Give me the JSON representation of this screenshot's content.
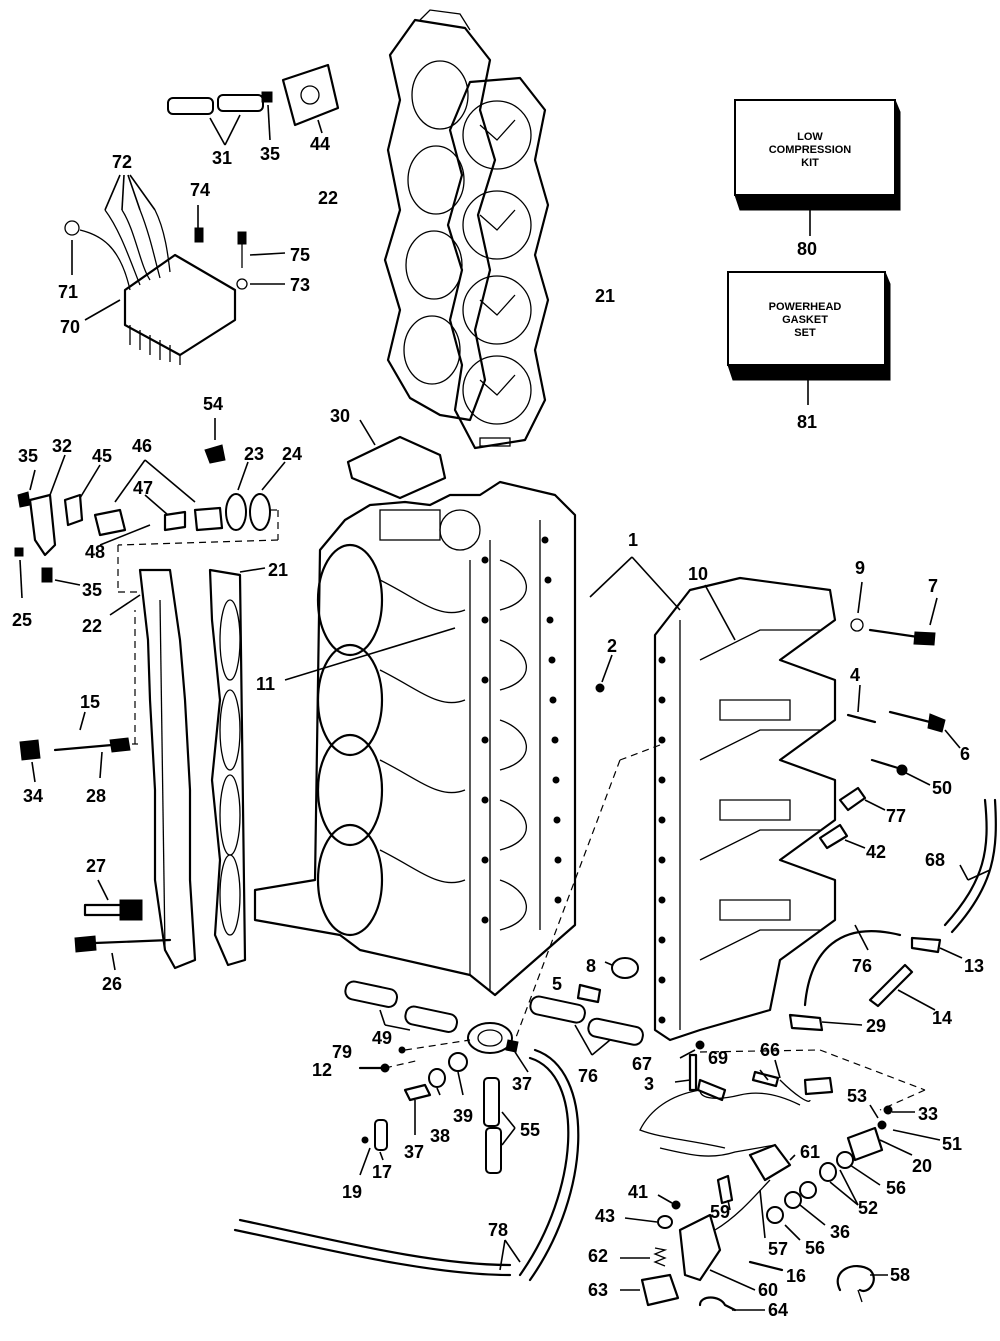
{
  "kits": [
    {
      "lines": [
        "LOW",
        "COMPRESSION",
        "KIT"
      ],
      "callout": "80"
    },
    {
      "lines": [
        "POWERHEAD",
        "GASKET",
        "SET"
      ],
      "callout": "81"
    }
  ],
  "callouts": [
    "1",
    "2",
    "3",
    "4",
    "5",
    "6",
    "7",
    "8",
    "9",
    "10",
    "11",
    "12",
    "13",
    "14",
    "15",
    "16",
    "17",
    "19",
    "20",
    "21",
    "21",
    "22",
    "22",
    "23",
    "24",
    "25",
    "26",
    "27",
    "28",
    "29",
    "30",
    "31",
    "32",
    "33",
    "34",
    "35",
    "35",
    "35",
    "36",
    "37",
    "37",
    "38",
    "39",
    "41",
    "42",
    "43",
    "44",
    "45",
    "46",
    "47",
    "48",
    "49",
    "50",
    "51",
    "52",
    "53",
    "54",
    "55",
    "56",
    "56",
    "57",
    "58",
    "59",
    "60",
    "61",
    "62",
    "63",
    "64",
    "66",
    "67",
    "68",
    "69",
    "70",
    "71",
    "72",
    "73",
    "74",
    "75",
    "76",
    "76",
    "77",
    "78",
    "79"
  ]
}
